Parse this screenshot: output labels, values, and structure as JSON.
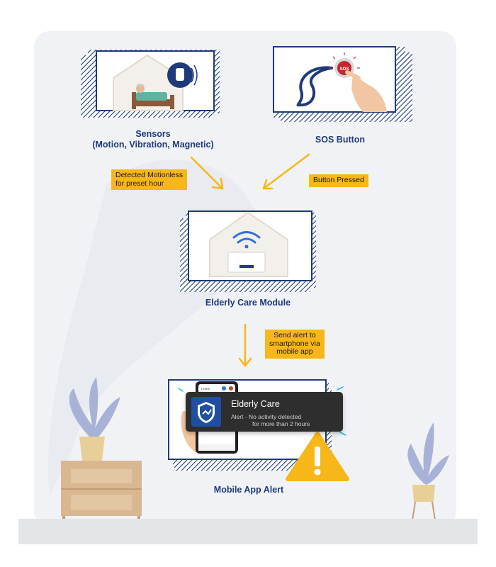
{
  "labels": {
    "sensors_line1": "Sensors",
    "sensors_line2": "(Motion, Vibration, Magnetic)",
    "sos": "SOS Button",
    "module": "Elderly Care Module",
    "mobile": "Mobile App Alert"
  },
  "tags": {
    "motionless_line1": "Detected Motionless",
    "motionless_line2": "for preset hour",
    "button_pressed": "Button Pressed",
    "send_line1": "Send alert to",
    "send_line2": "smartphone via",
    "send_line3": "mobile app"
  },
  "notification": {
    "title": "Elderly Care",
    "line1": "Alert - No activity detected",
    "line2": "for more than 2 hours"
  },
  "sos_button_text": "SOS",
  "phone": {
    "home_label": "Home"
  },
  "colors": {
    "frame_blue": "#1f3a7a",
    "accent_yellow": "#f7b718",
    "background": "#f0f2f5"
  }
}
